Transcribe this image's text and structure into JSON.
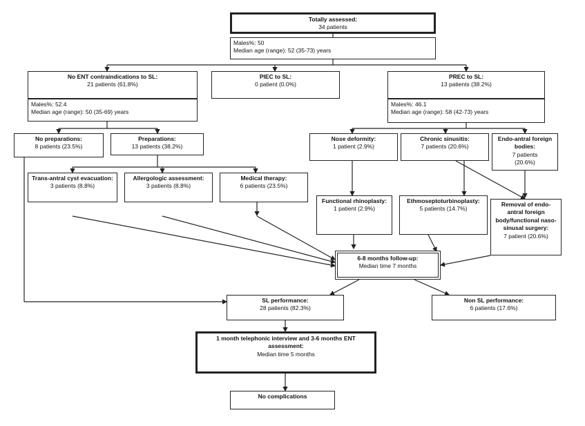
{
  "total": {
    "title": "Totally assessed:",
    "line1": "34 patients"
  },
  "demo_all": {
    "line1": "Males%: 50",
    "line2": "Median age (range): 52 (35-73) years"
  },
  "no_ent": {
    "title": "No ENT contraindications to SL:",
    "line1": "21 patients (61.8%)"
  },
  "piec": {
    "title": "PIEC to SL:",
    "line1": "0 patient (0.0%)"
  },
  "prec": {
    "title": "PREC to SL:",
    "line1": "13 patients (38.2%)"
  },
  "demo_no_ent": {
    "line1": "Males%: 52.4",
    "line2": "Median age (range): 50 (35-69) years"
  },
  "demo_prec": {
    "line1": "Males%: 46.1",
    "line2": "Median age (range): 58 (42-73) years"
  },
  "no_prep": {
    "title": "No preparations:",
    "line1": "8 patients (23.5%)"
  },
  "prep": {
    "title": "Preparations:",
    "line1": "13 patients (38.2%)"
  },
  "nose_def": {
    "title": "Nose deformity:",
    "line1": "1 patient (2.9%)"
  },
  "chronic": {
    "title": "Chronic sinusitis:",
    "line1": "7 patients (20.6%)"
  },
  "foreign": {
    "title": "Endo-antral foreign bodies:",
    "line1": "7 patients",
    "line2": "(20.6%)"
  },
  "trans_antral": {
    "title": "Trans-antral cyst evacuation:",
    "line1": "3 patients (8.8%)"
  },
  "allergo": {
    "title": "Allergologic assessment:",
    "line1": "3 patients (8.8%)"
  },
  "medical": {
    "title": "Medical therapy:",
    "line1": "6 patients (23.5%)"
  },
  "functional": {
    "title": "Functional rhinoplasty:",
    "line1": "1 patient (2.9%)"
  },
  "ethmo": {
    "title": "Ethmoseptoturbinoplasty:",
    "line1": "5 patients (14.7%)"
  },
  "removal": {
    "title": "Removal of endo-antral foreign body/functional naso-sinusal surgery:",
    "line1": "7 patient (20.6%)"
  },
  "followup": {
    "title": "6-8 months follow-up:",
    "line1": "Median time 7 months"
  },
  "sl_perf": {
    "title": "SL performance:",
    "line1": "28 patients (82.3%)"
  },
  "non_sl": {
    "title": "Non SL performance:",
    "line1": "6 patients (17.6%)"
  },
  "interview": {
    "title": "1 month telephonic interview and 3-6 months ENT assessment:",
    "line1": "Median time 5 months"
  },
  "no_comp": {
    "title": "No complications"
  }
}
